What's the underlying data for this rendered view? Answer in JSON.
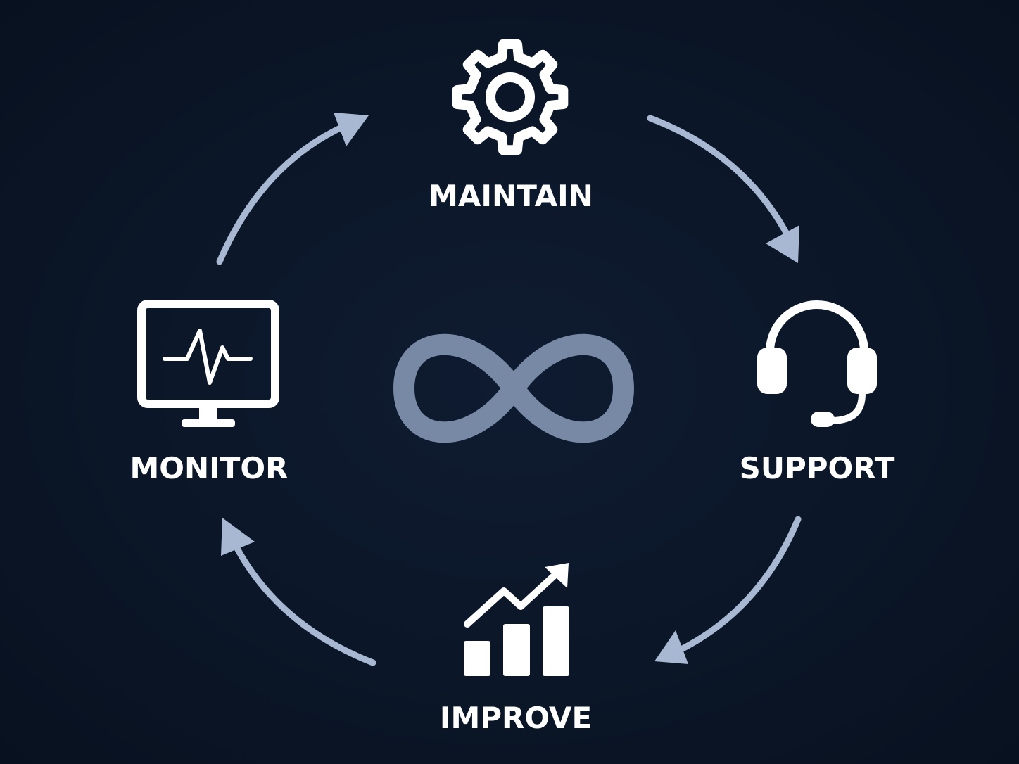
{
  "colors": {
    "background": "#0b1628",
    "icon": "#ffffff",
    "arrow": "#a9b8d2",
    "infinity": "#7789a4"
  },
  "center": {
    "icon": "infinity-icon"
  },
  "steps": [
    {
      "label": "MAINTAIN",
      "icon": "gear-icon"
    },
    {
      "label": "SUPPORT",
      "icon": "headset-icon"
    },
    {
      "label": "IMPROVE",
      "icon": "growth-chart-icon"
    },
    {
      "label": "MONITOR",
      "icon": "monitor-pulse-icon"
    }
  ]
}
